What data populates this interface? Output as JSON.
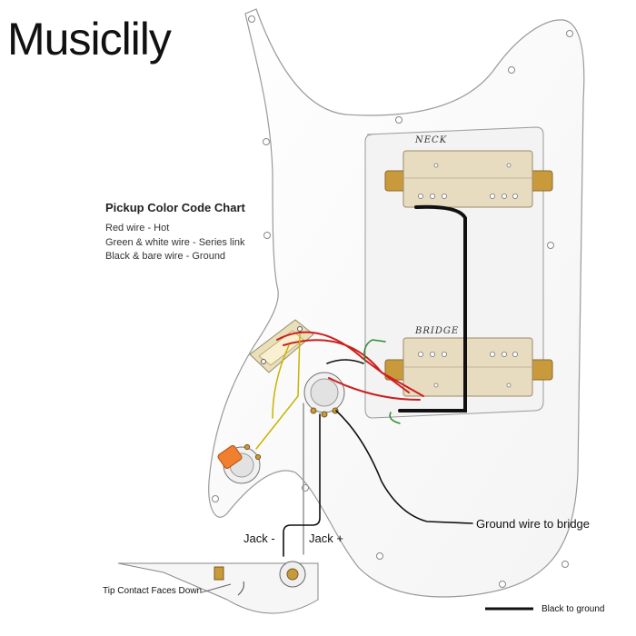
{
  "brand": "Musiclily",
  "color_chart": {
    "title": "Pickup Color Code Chart",
    "lines": [
      "Red wire - Hot",
      "Green & white wire - Series link",
      "Black & bare wire - Ground"
    ]
  },
  "pickups": {
    "neck": "NECK",
    "bridge": "BRIDGE"
  },
  "labels": {
    "jack_minus": "Jack -",
    "jack_plus": "Jack +",
    "ground_wire": "Ground wire to bridge",
    "tip_contact": "Tip Contact Faces Down",
    "black_to_ground": "Black to ground"
  },
  "colors": {
    "hot": "#cc1f1f",
    "series_green": "#2e8b2e",
    "ground": "#111111",
    "pickup_cover": "#e8dcc0",
    "switch_tip": "#f08030"
  }
}
